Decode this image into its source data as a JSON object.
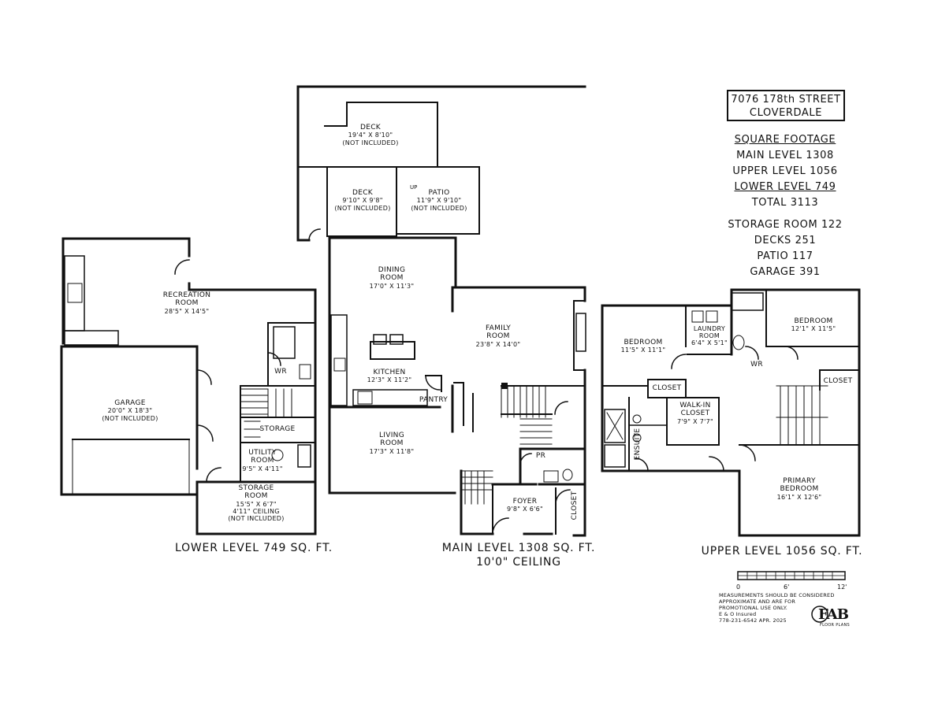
{
  "address": {
    "line1": "7076 178th STREET",
    "line2": "CLOVERDALE"
  },
  "square_footage": {
    "heading": "SQUARE FOOTAGE",
    "main": "MAIN LEVEL 1308",
    "upper": "UPPER LEVEL 1056",
    "lower": "LOWER LEVEL 749",
    "total": "TOTAL 3113"
  },
  "extras": {
    "storage": "STORAGE ROOM 122",
    "decks": "DECKS 251",
    "patio": "PATIO 117",
    "garage": "GARAGE 391"
  },
  "rooms": {
    "deck_top": {
      "name": "DECK",
      "dims": "19'4\" X 8'10\"",
      "note": "(NOT INCLUDED)"
    },
    "deck_small": {
      "name": "DECK",
      "dims": "9'10\" X 9'8\"",
      "note": "(NOT INCLUDED)"
    },
    "patio": {
      "name": "PATIO",
      "dims": "11'9\" X 9'10\"",
      "note": "(NOT INCLUDED)"
    },
    "dining": {
      "name": "DINING",
      "name2": "ROOM",
      "dims": "17'0\" X 11'3\""
    },
    "family": {
      "name": "FAMILY",
      "name2": "ROOM",
      "dims": "23'8\" X 14'0\""
    },
    "kitchen": {
      "name": "KITCHEN",
      "dims": "12'3\" X 11'2\""
    },
    "pantry": {
      "name": "PANTRY"
    },
    "living": {
      "name": "LIVING",
      "name2": "ROOM",
      "dims": "17'3\" X 11'8\""
    },
    "pr": {
      "name": "PR"
    },
    "foyer": {
      "name": "FOYER",
      "dims": "9'8\" X 6'6\""
    },
    "closet_main": {
      "name": "CLOSET"
    },
    "recreation": {
      "name": "RECREATION",
      "name2": "ROOM",
      "dims": "28'5\" X 14'5\""
    },
    "garage": {
      "name": "GARAGE",
      "dims": "20'0\" X 18'3\"",
      "note": "(NOT INCLUDED)"
    },
    "wr_lower": {
      "name": "WR"
    },
    "storage_small": {
      "name": "STORAGE"
    },
    "utility": {
      "name": "UTILITY",
      "name2": "ROOM",
      "dims": "9'5\" X 4'11\""
    },
    "storage_room": {
      "name": "STORAGE",
      "name2": "ROOM",
      "dims": "15'5\" X 6'7\"",
      "note": "4'11\" CEILING",
      "note2": "(NOT INCLUDED)"
    },
    "bedroom1": {
      "name": "BEDROOM",
      "dims": "11'5\" X 11'1\""
    },
    "laundry": {
      "name": "LAUNDRY",
      "name2": "ROOM",
      "dims": "6'4\" X 5'1\""
    },
    "bedroom2": {
      "name": "BEDROOM",
      "dims": "12'1\" X 11'5\""
    },
    "wr_upper": {
      "name": "WR"
    },
    "closet_upper1": {
      "name": "CLOSET"
    },
    "closet_upper2": {
      "name": "CLOSET"
    },
    "walkin": {
      "name": "WALK-IN",
      "name2": "CLOSET",
      "dims": "7'9\" X 7'7\""
    },
    "ensuite": {
      "name": "ENSUITE"
    },
    "primary": {
      "name": "PRIMARY",
      "name2": "BEDROOM",
      "dims": "16'1\" X 12'6\""
    }
  },
  "level_labels": {
    "lower": "LOWER LEVEL 749 SQ. FT.",
    "main": "MAIN LEVEL 1308 SQ. FT.",
    "main_ceiling": "10'0\" CEILING",
    "upper": "UPPER LEVEL 1056 SQ. FT."
  },
  "stair_labels": {
    "up": "UP"
  },
  "scale": {
    "t0": "0",
    "t1": "6'",
    "t2": "12'"
  },
  "disclaimer": {
    "line1": "MEASUREMENTS SHOULD BE CONSIDERED",
    "line2": "APPROXIMATE AND ARE FOR",
    "line3": "PROMOTIONAL USE ONLY.",
    "line4": "E & O Insured",
    "line5": "778-231-6542  APR. 2025"
  },
  "logo": {
    "text": "FAB",
    "sub": "FLOOR PLANS"
  }
}
